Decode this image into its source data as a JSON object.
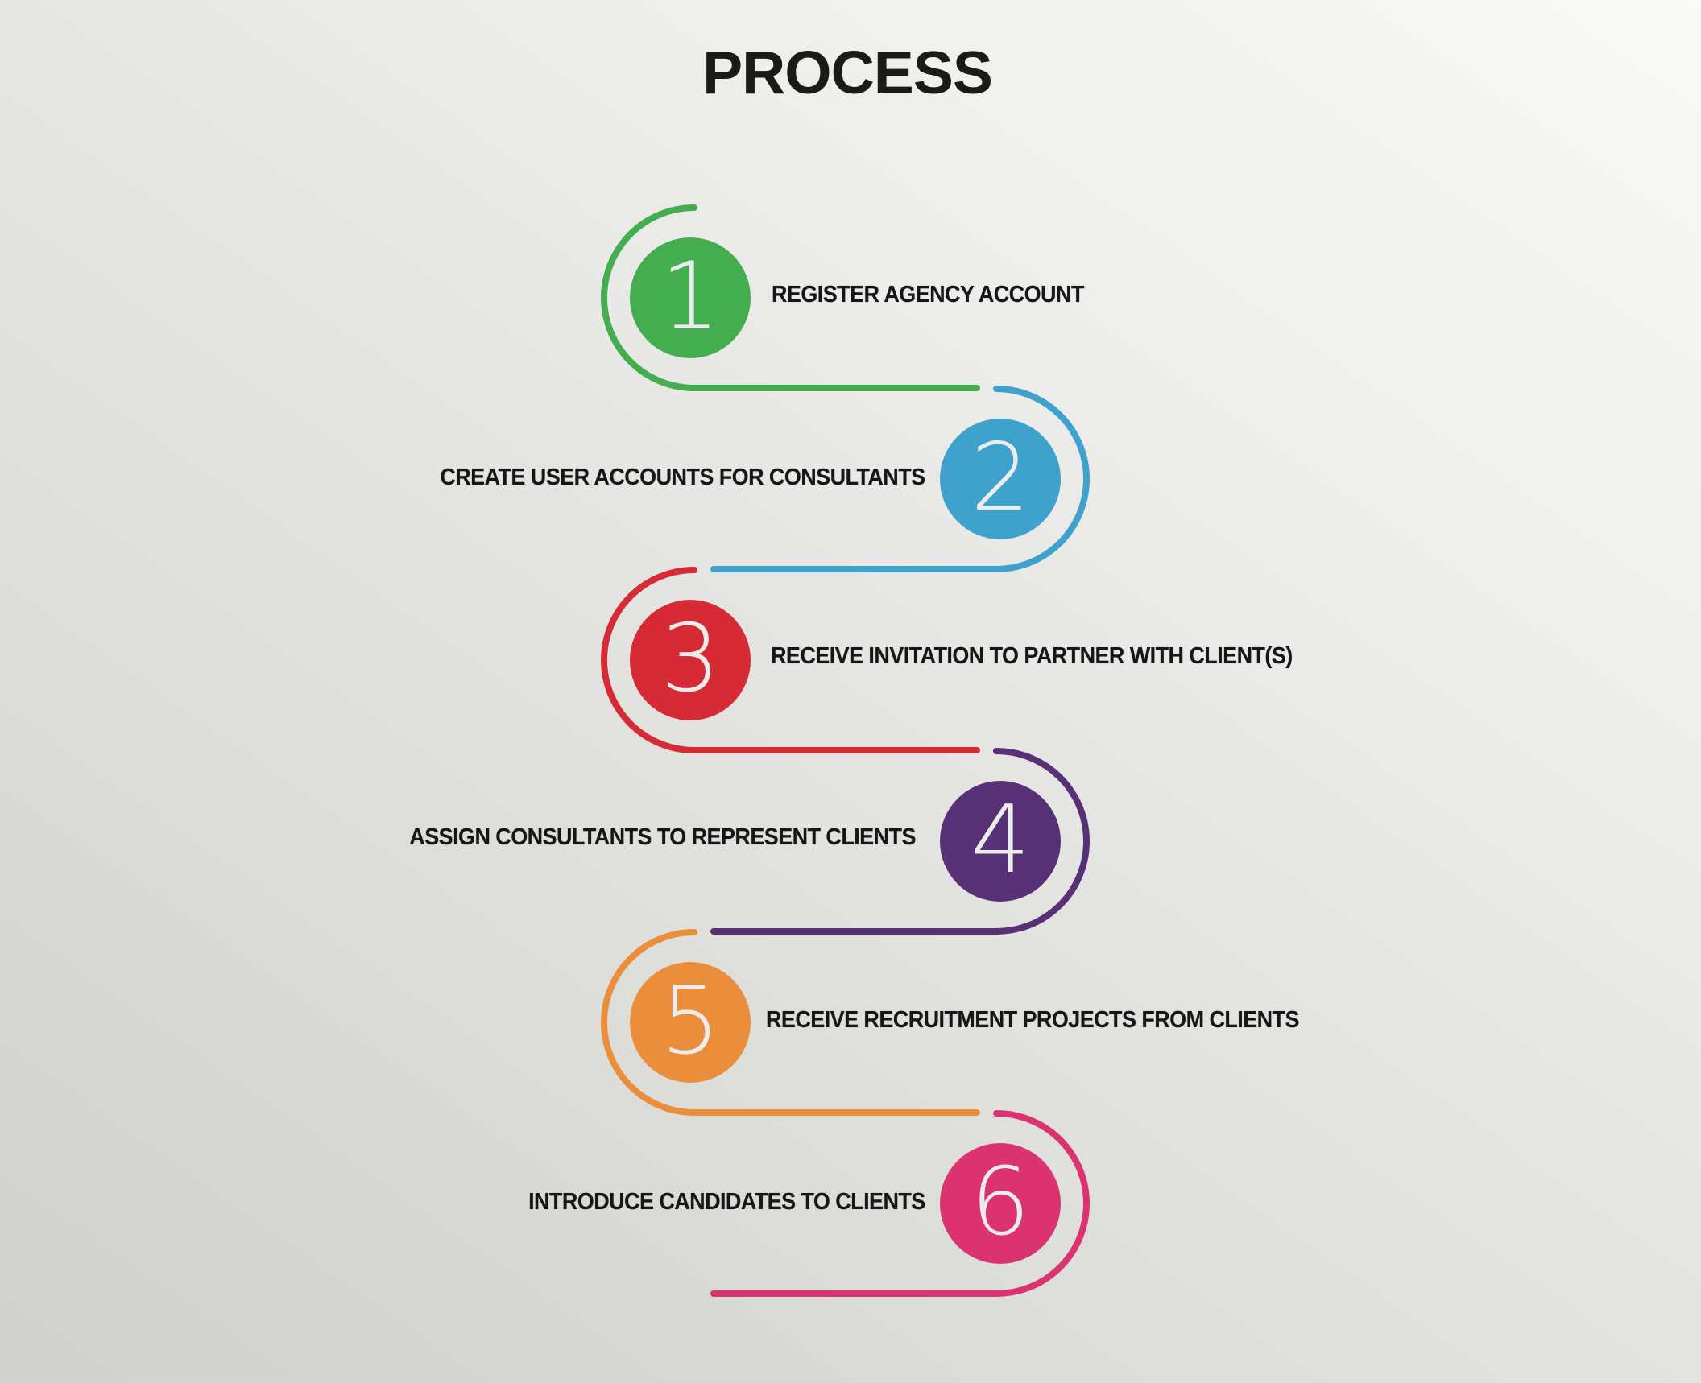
{
  "title": "PROCESS",
  "steps": [
    {
      "number": "1",
      "label": "REGISTER AGENCY ACCOUNT",
      "color": "#43ad50"
    },
    {
      "number": "2",
      "label": "CREATE USER ACCOUNTS FOR CONSULTANTS",
      "color": "#3ea2cc"
    },
    {
      "number": "3",
      "label": "RECEIVE INVITATION TO PARTNER WITH CLIENT(S)",
      "color": "#d62a34"
    },
    {
      "number": "4",
      "label": "ASSIGN CONSULTANTS TO REPRESENT CLIENTS",
      "color": "#573075"
    },
    {
      "number": "5",
      "label": "RECEIVE RECRUITMENT PROJECTS FROM CLIENTS",
      "color": "#ea8e3c"
    },
    {
      "number": "6",
      "label": "INTRODUCE CANDIDATES TO CLIENTS",
      "color": "#da3370"
    }
  ]
}
